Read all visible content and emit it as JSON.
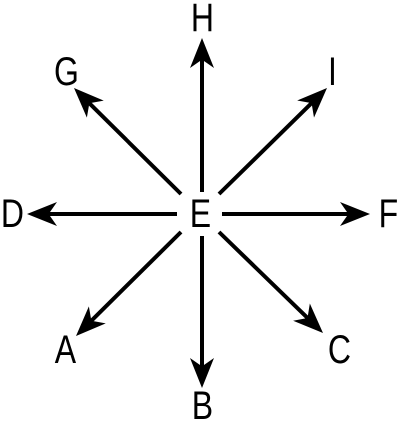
{
  "diagram": {
    "colors": {
      "stroke": "#000000",
      "background": "#ffffff"
    },
    "center": {
      "label": "E"
    },
    "nodes": {
      "H": {
        "label": "H"
      },
      "I": {
        "label": "I"
      },
      "F": {
        "label": "F"
      },
      "C": {
        "label": "C"
      },
      "B": {
        "label": "B"
      },
      "A": {
        "label": "A"
      },
      "D": {
        "label": "D"
      },
      "G": {
        "label": "G"
      }
    },
    "arrows": [
      {
        "from": "E",
        "to": "H"
      },
      {
        "from": "E",
        "to": "I"
      },
      {
        "from": "E",
        "to": "F"
      },
      {
        "from": "E",
        "to": "C"
      },
      {
        "from": "E",
        "to": "B"
      },
      {
        "from": "E",
        "to": "A"
      },
      {
        "from": "E",
        "to": "D"
      },
      {
        "from": "E",
        "to": "G"
      }
    ]
  }
}
